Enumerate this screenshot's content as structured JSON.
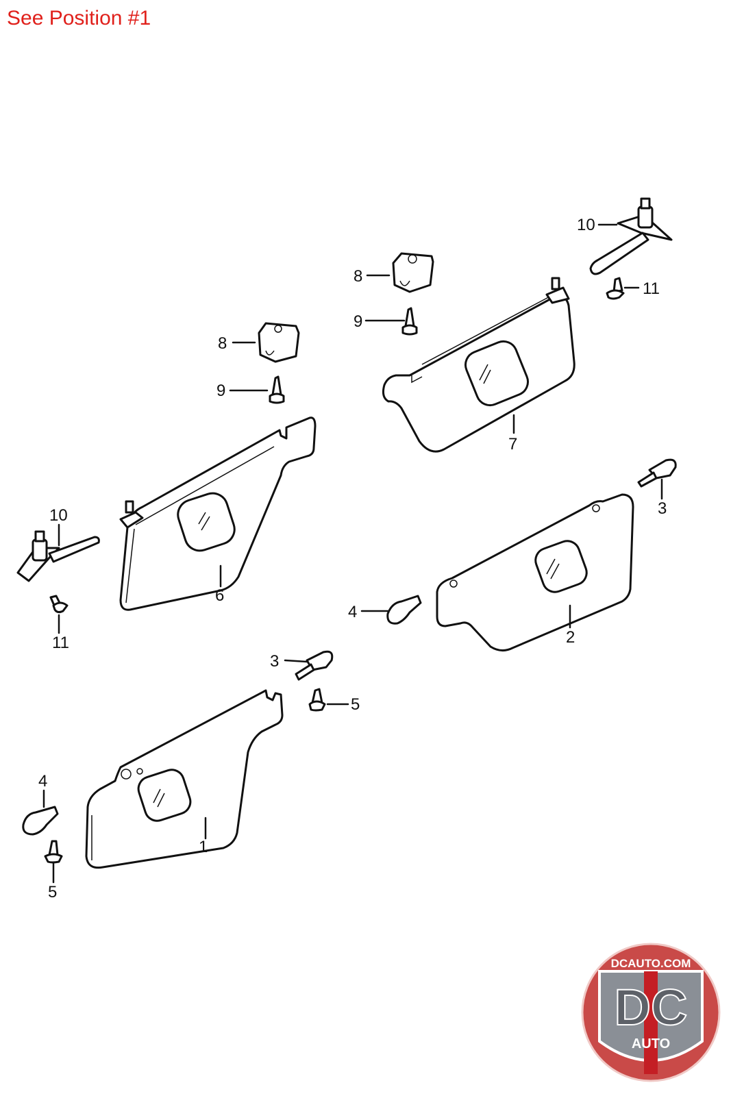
{
  "title": "See Position #1",
  "title_color": "#e0201b",
  "callouts": {
    "c1": "1",
    "c2": "2",
    "c3a": "3",
    "c3b": "3",
    "c4a": "4",
    "c4b": "4",
    "c5a": "5",
    "c5b": "5",
    "c6": "6",
    "c7": "7",
    "c8a": "8",
    "c8b": "8",
    "c9a": "9",
    "c9b": "9",
    "c10a": "10",
    "c10b": "10",
    "c11a": "11",
    "c11b": "11"
  },
  "logo": {
    "top_text": "DCAUTO.COM",
    "letters": "DC",
    "sub_text": "AUTO",
    "colors": {
      "outer": "#c94a48",
      "inner": "#8a8f96",
      "stripe": "#c41e24"
    }
  }
}
